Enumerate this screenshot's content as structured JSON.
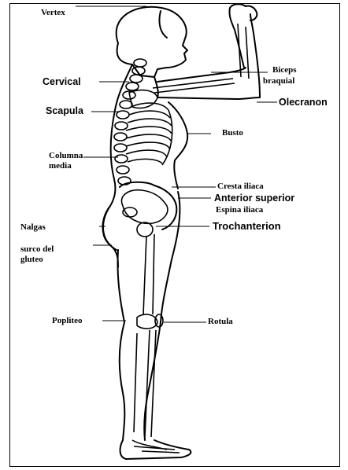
{
  "labels": {
    "vertex": "Vertex",
    "cervical": "Cervical",
    "scapula": "Scapula",
    "columna_media_1": "Columna",
    "columna_media_2": "media",
    "nalgas": "Nalgas",
    "surco_1": "surco del",
    "surco_2": "gluteo",
    "popliteo": "Popliteo",
    "biceps_1": "Biceps",
    "biceps_2": "braquial",
    "olecranon": "Olecranon",
    "busto": "Busto",
    "cresta_iliaca": "Cresta iliaca",
    "anterior_superior": "Anterior  superior",
    "espina_iliaca": "Espina iliaca",
    "trochanterion": "Trochanterion",
    "rotula": "Rotula"
  },
  "colors": {
    "ink": "#000000",
    "background": "#ffffff"
  }
}
